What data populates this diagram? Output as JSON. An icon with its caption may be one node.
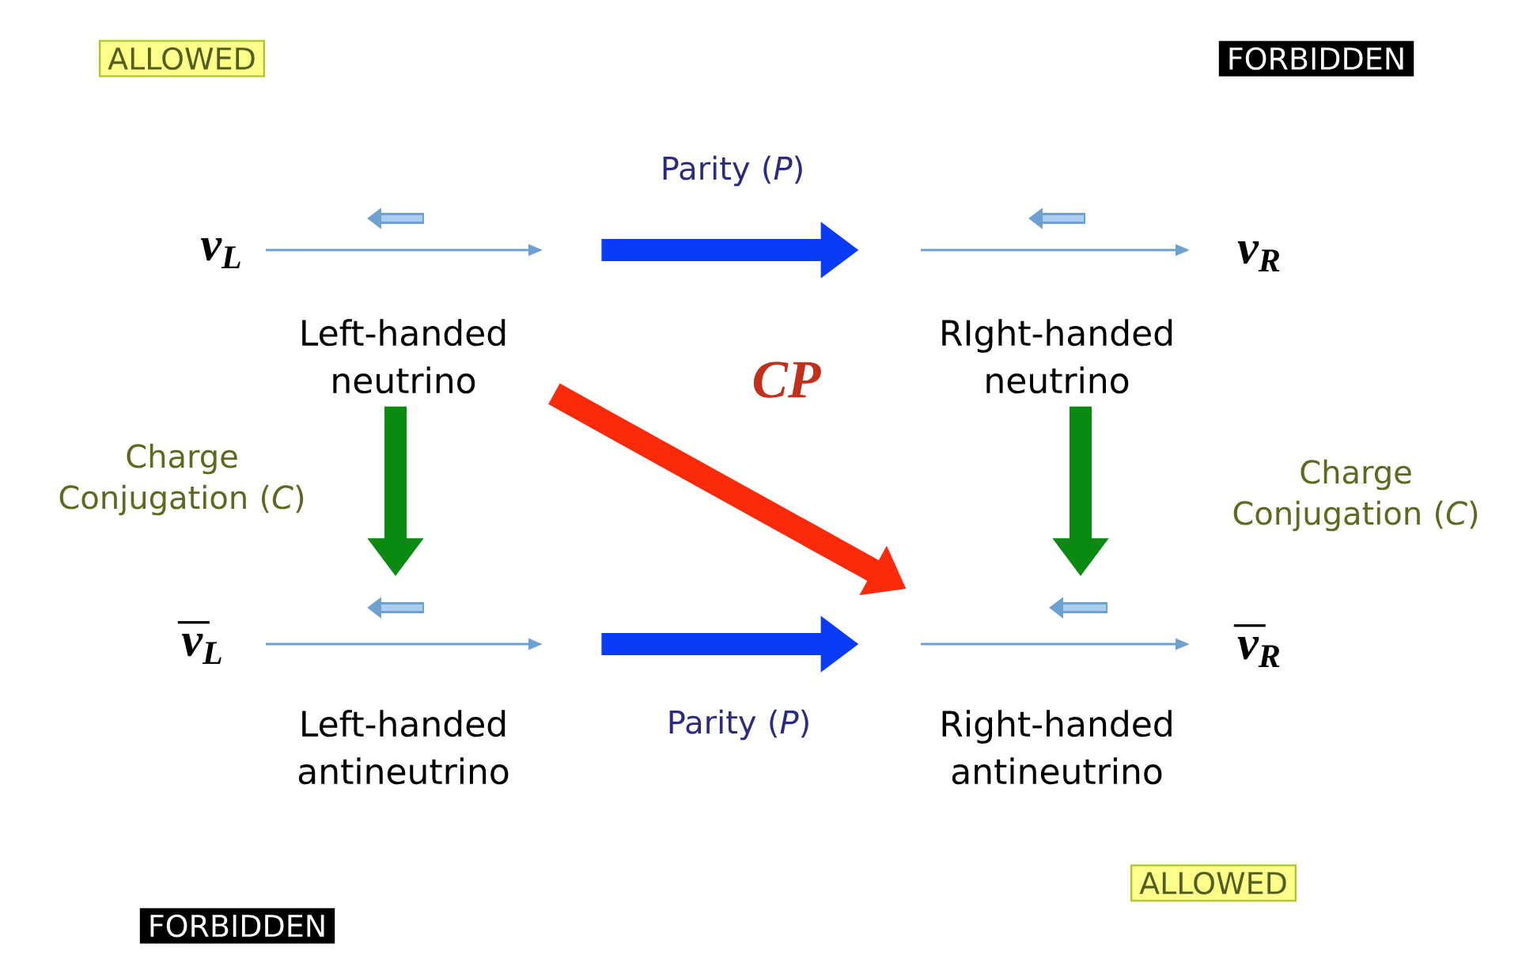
{
  "diagram": {
    "nodes": [
      {
        "text": [
          "ALLOWED"
        ]
      },
      {
        "text": [
          "FORBIDDEN"
        ]
      },
      {
        "text": [
          "Left-handed neutrino"
        ],
        "beside": [
          "ν$_{L}$"
        ]
      },
      {
        "text": [
          "RIght-handed neutrino"
        ],
        "beside": [
          "ν$_{R}$"
        ]
      },
      {
        "text": [
          "Left-handed antineutrino"
        ],
        "beside": [
          "ν$_{L}$"
        ]
      },
      {
        "text": [
          "Right-handed antineutrino"
        ],
        "beside": [
          "ν$_{R}$"
        ]
      },
      {
        "text": [
          "ALLOWED"
        ]
      },
      {
        "text": [
          "FORBIDDEN"
        ]
      }
    ],
    "edges": [
      {
        "from": 2,
        "to": 3,
        "arrow": "to",
        "label": "Parity (*P*)",
        "color": "#0a3cf5"
      },
      {
        "from": 4,
        "to": 5,
        "arrow": "to",
        "label": "Parity (*P*)",
        "color": "#0a3cf5"
      },
      {
        "from": 2,
        "to": 4,
        "arrow": "to",
        "label": "Charge Conjugation (*C*)",
        "color": "#0a8a10"
      },
      {
        "from": 3,
        "to": 5,
        "arrow": "to",
        "label": "Charge Conjugation (*C*)",
        "color": "#0a8a10"
      },
      {
        "from": 2,
        "to": 5,
        "arrow": "to",
        "label": "CP",
        "color": "#fa2a0a"
      }
    ]
  }
}
